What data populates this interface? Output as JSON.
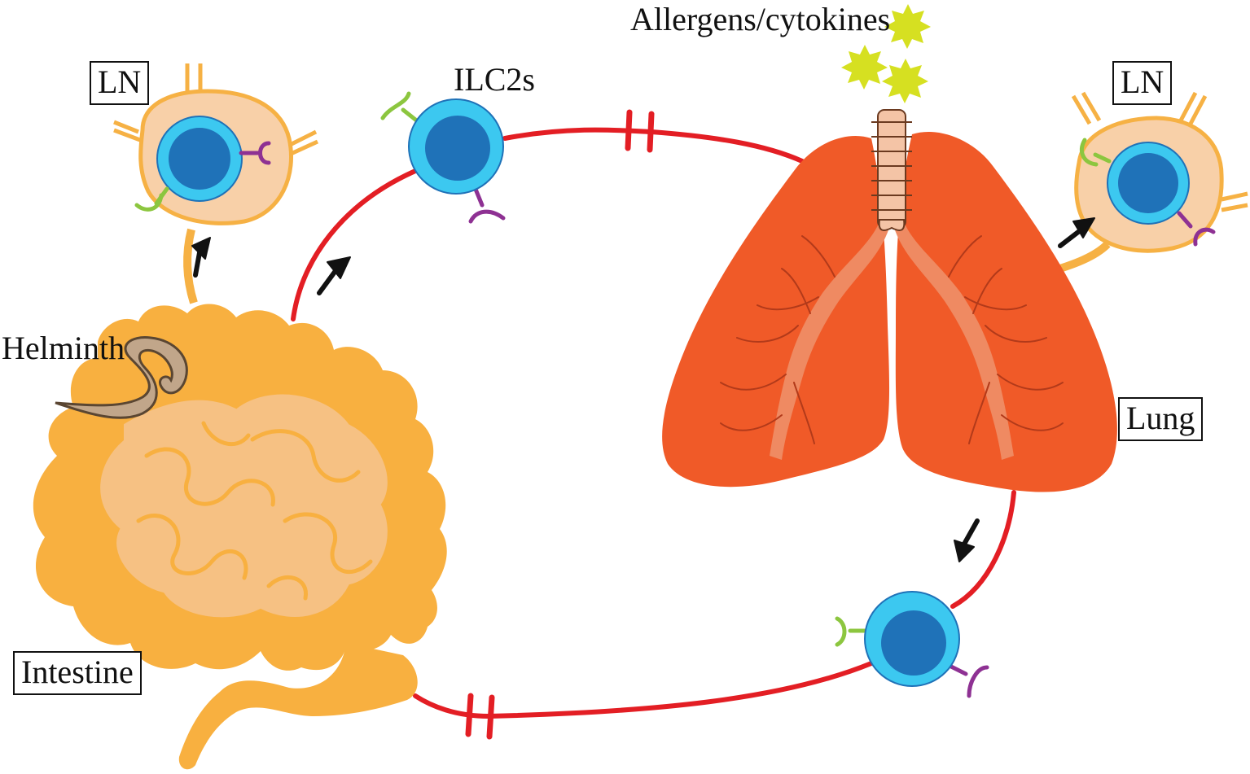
{
  "labels": {
    "ln_left": "LN",
    "ln_right": "LN",
    "ilc2s": "ILC2s",
    "allergens": "Allergens/cytokines",
    "helminth": "Helminth",
    "intestine": "Intestine",
    "lung": "Lung"
  },
  "colors": {
    "circuit": "#e31e24",
    "intestine": "#f8b040",
    "intestine_loops": "#f6c183",
    "lung": "#f05a28",
    "bronchi": "#ef8a62",
    "trachea": "#f4c4a6",
    "cell_outer": "#3cc8f0",
    "cell_nucleus": "#1f72b8",
    "receptor_green": "#8cc63f",
    "receptor_purple": "#8e3193",
    "ln_fill": "#f8d0a8",
    "ln_stroke": "#f6b144",
    "allergen": "#d6e021",
    "arrow": "#111111"
  }
}
